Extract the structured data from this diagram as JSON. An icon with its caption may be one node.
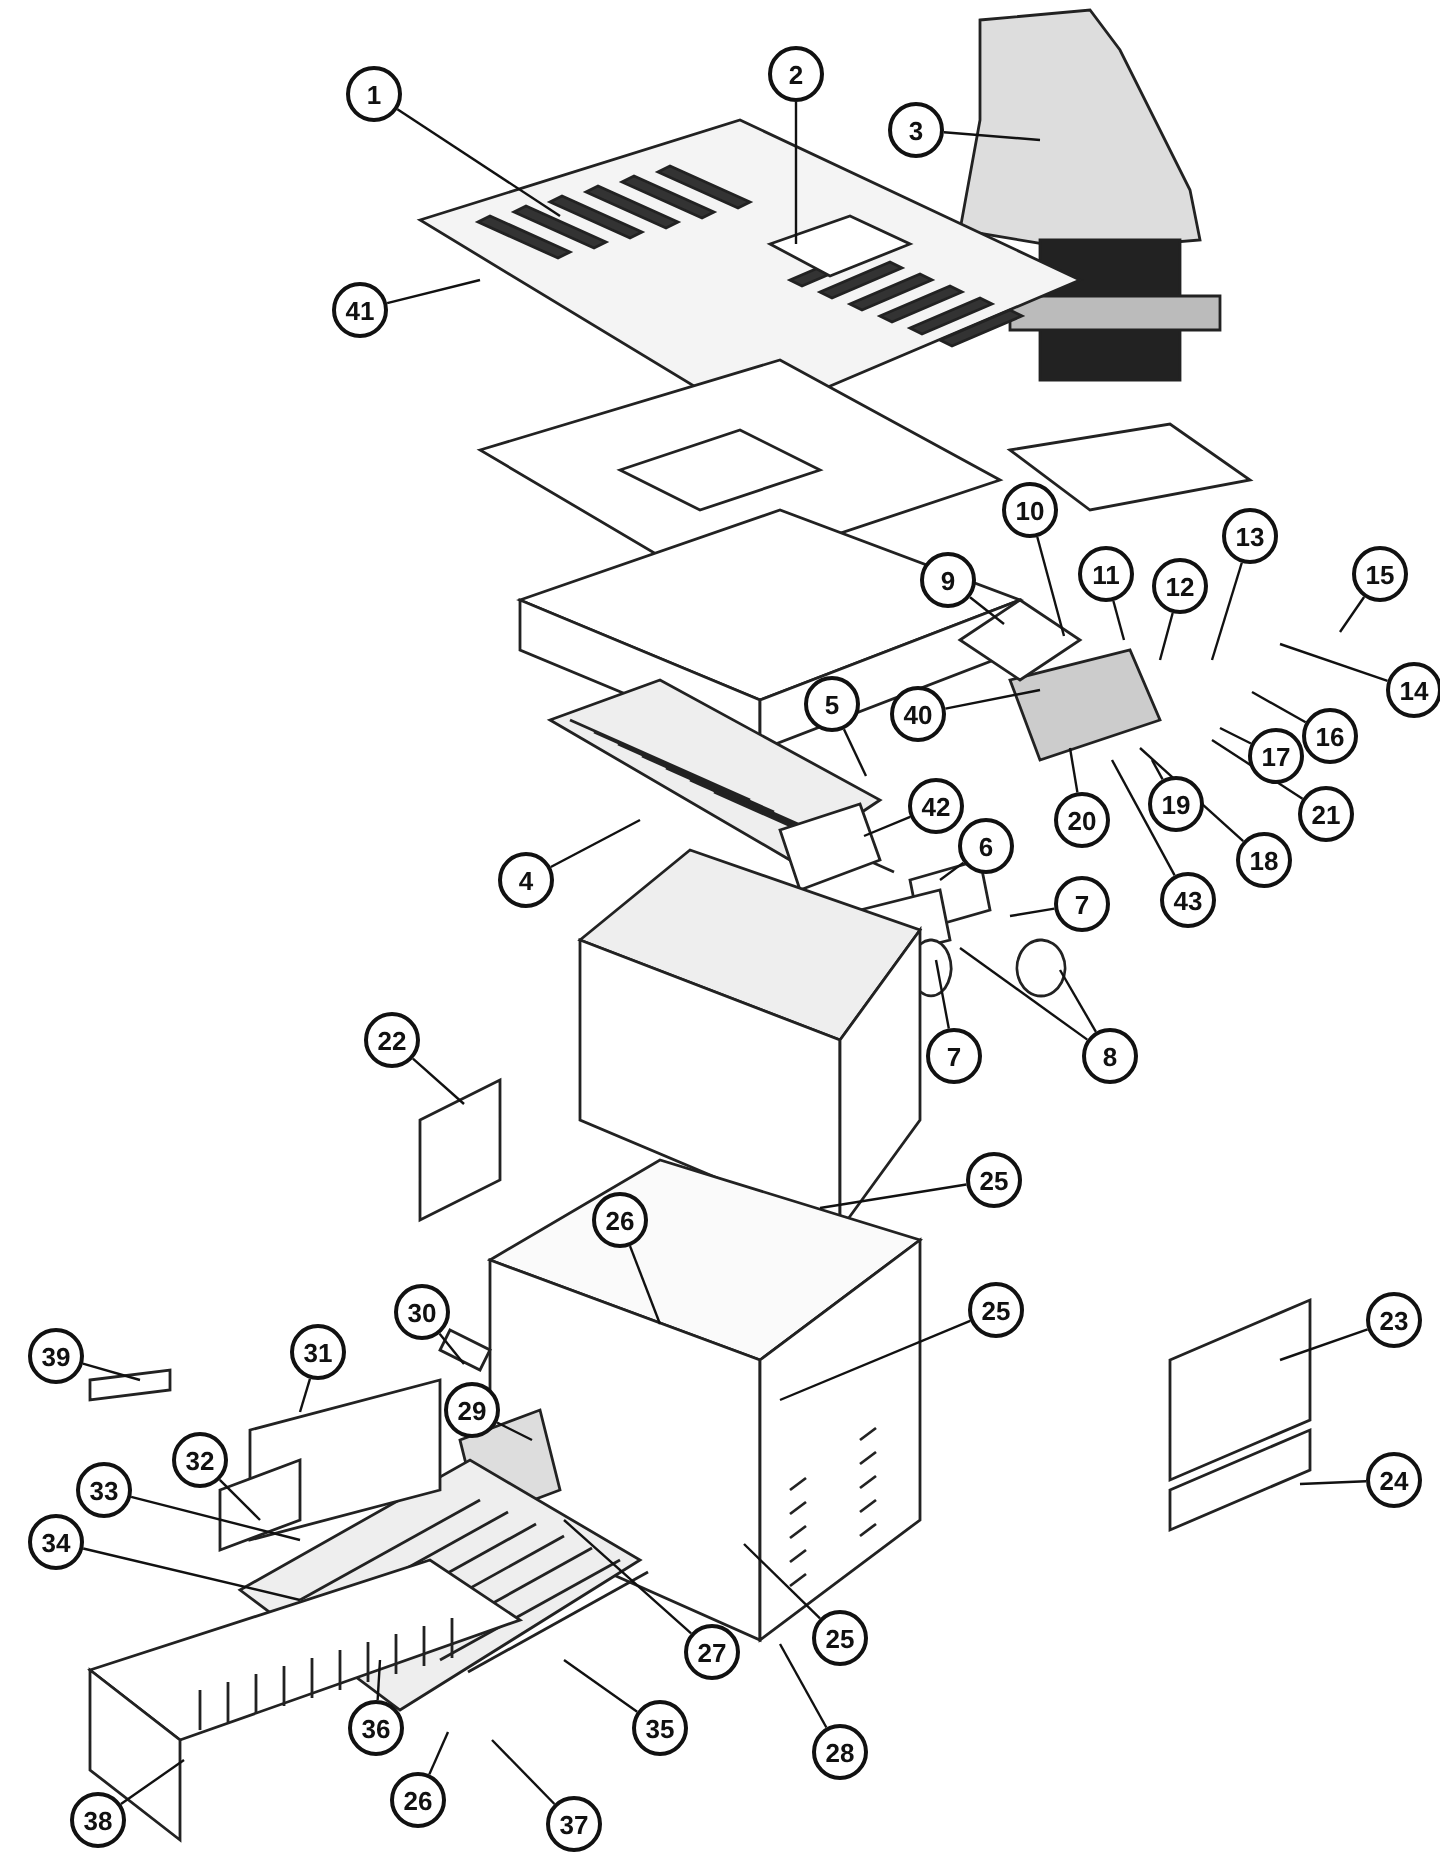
{
  "diagram": {
    "nodes": [
      {
        "text": [
          "1"
        ]
      },
      {
        "text": [
          "2"
        ]
      },
      {
        "text": [
          "3"
        ]
      },
      {
        "text": [
          "41"
        ]
      },
      {
        "text": [
          "10"
        ]
      },
      {
        "text": [
          "13"
        ]
      },
      {
        "text": [
          "9"
        ]
      },
      {
        "text": [
          "11"
        ]
      },
      {
        "text": [
          "15"
        ]
      },
      {
        "text": [
          "12"
        ]
      },
      {
        "text": [
          "14"
        ]
      },
      {
        "text": [
          "5"
        ]
      },
      {
        "text": [
          "40"
        ]
      },
      {
        "text": [
          "16"
        ]
      },
      {
        "text": [
          "17"
        ]
      },
      {
        "text": [
          "42"
        ]
      },
      {
        "text": [
          "19"
        ]
      },
      {
        "text": [
          "20"
        ]
      },
      {
        "text": [
          "21"
        ]
      },
      {
        "text": [
          "6"
        ]
      },
      {
        "text": [
          "18"
        ]
      },
      {
        "text": [
          "4"
        ]
      },
      {
        "text": [
          "43"
        ]
      },
      {
        "text": [
          "7"
        ]
      },
      {
        "text": [
          "22"
        ]
      },
      {
        "text": [
          "7"
        ]
      },
      {
        "text": [
          "8"
        ]
      },
      {
        "text": [
          "25"
        ]
      },
      {
        "text": [
          "26"
        ]
      },
      {
        "text": [
          "23"
        ]
      },
      {
        "text": [
          "25"
        ]
      },
      {
        "text": [
          "30"
        ]
      },
      {
        "text": [
          "31"
        ]
      },
      {
        "text": [
          "39"
        ]
      },
      {
        "text": [
          "29"
        ]
      },
      {
        "text": [
          "32"
        ]
      },
      {
        "text": [
          "24"
        ]
      },
      {
        "text": [
          "33"
        ]
      },
      {
        "text": [
          "34"
        ]
      },
      {
        "text": [
          "25"
        ]
      },
      {
        "text": [
          "27"
        ]
      },
      {
        "text": [
          "35"
        ]
      },
      {
        "text": [
          "36"
        ]
      },
      {
        "text": [
          "28"
        ]
      },
      {
        "text": [
          "26"
        ]
      },
      {
        "text": [
          "37"
        ]
      },
      {
        "text": [
          "38"
        ]
      }
    ],
    "edges": [
      {
        "from": 0,
        "to": null,
        "arrow": "none"
      },
      {
        "from": 1,
        "to": null,
        "arrow": "none"
      },
      {
        "from": 2,
        "to": null,
        "arrow": "none"
      },
      {
        "from": 3,
        "to": null,
        "arrow": "none"
      },
      {
        "from": 4,
        "to": null,
        "arrow": "none"
      },
      {
        "from": 5,
        "to": null,
        "arrow": "none"
      },
      {
        "from": 6,
        "to": null,
        "arrow": "none"
      },
      {
        "from": 7,
        "to": null,
        "arrow": "none"
      },
      {
        "from": 8,
        "to": null,
        "arrow": "none"
      },
      {
        "from": 9,
        "to": null,
        "arrow": "none"
      },
      {
        "from": 10,
        "to": null,
        "arrow": "none"
      },
      {
        "from": 11,
        "to": null,
        "arrow": "none"
      },
      {
        "from": 12,
        "to": null,
        "arrow": "none"
      },
      {
        "from": 13,
        "to": null,
        "arrow": "none"
      },
      {
        "from": 14,
        "to": null,
        "arrow": "none"
      },
      {
        "from": 15,
        "to": null,
        "arrow": "none"
      },
      {
        "from": 16,
        "to": null,
        "arrow": "none"
      },
      {
        "from": 17,
        "to": null,
        "arrow": "none"
      },
      {
        "from": 18,
        "to": null,
        "arrow": "none"
      },
      {
        "from": 19,
        "to": null,
        "arrow": "none"
      },
      {
        "from": 20,
        "to": null,
        "arrow": "none"
      },
      {
        "from": 21,
        "to": null,
        "arrow": "none"
      },
      {
        "from": 22,
        "to": null,
        "arrow": "none"
      },
      {
        "from": 23,
        "to": null,
        "arrow": "none"
      },
      {
        "from": 24,
        "to": null,
        "arrow": "none"
      },
      {
        "from": 25,
        "to": null,
        "arrow": "none"
      },
      {
        "from": 26,
        "to": null,
        "arrow": "none"
      },
      {
        "from": 26,
        "to": null,
        "arrow": "none"
      },
      {
        "from": 27,
        "to": null,
        "arrow": "none"
      },
      {
        "from": 28,
        "to": null,
        "arrow": "none"
      },
      {
        "from": 29,
        "to": null,
        "arrow": "none"
      },
      {
        "from": 30,
        "to": null,
        "arrow": "none"
      },
      {
        "from": 31,
        "to": null,
        "arrow": "none"
      },
      {
        "from": 32,
        "to": null,
        "arrow": "none"
      },
      {
        "from": 33,
        "to": null,
        "arrow": "none"
      },
      {
        "from": 34,
        "to": null,
        "arrow": "none"
      },
      {
        "from": 35,
        "to": null,
        "arrow": "none"
      },
      {
        "from": 36,
        "to": null,
        "arrow": "none"
      },
      {
        "from": 37,
        "to": null,
        "arrow": "none"
      },
      {
        "from": 38,
        "to": null,
        "arrow": "none"
      },
      {
        "from": 39,
        "to": null,
        "arrow": "none"
      },
      {
        "from": 40,
        "to": null,
        "arrow": "none"
      },
      {
        "from": 41,
        "to": null,
        "arrow": "none"
      },
      {
        "from": 42,
        "to": null,
        "arrow": "none"
      },
      {
        "from": 43,
        "to": null,
        "arrow": "none"
      },
      {
        "from": 44,
        "to": null,
        "arrow": "none"
      },
      {
        "from": 45,
        "to": null,
        "arrow": "none"
      },
      {
        "from": 46,
        "to": null,
        "arrow": "none"
      }
    ]
  }
}
